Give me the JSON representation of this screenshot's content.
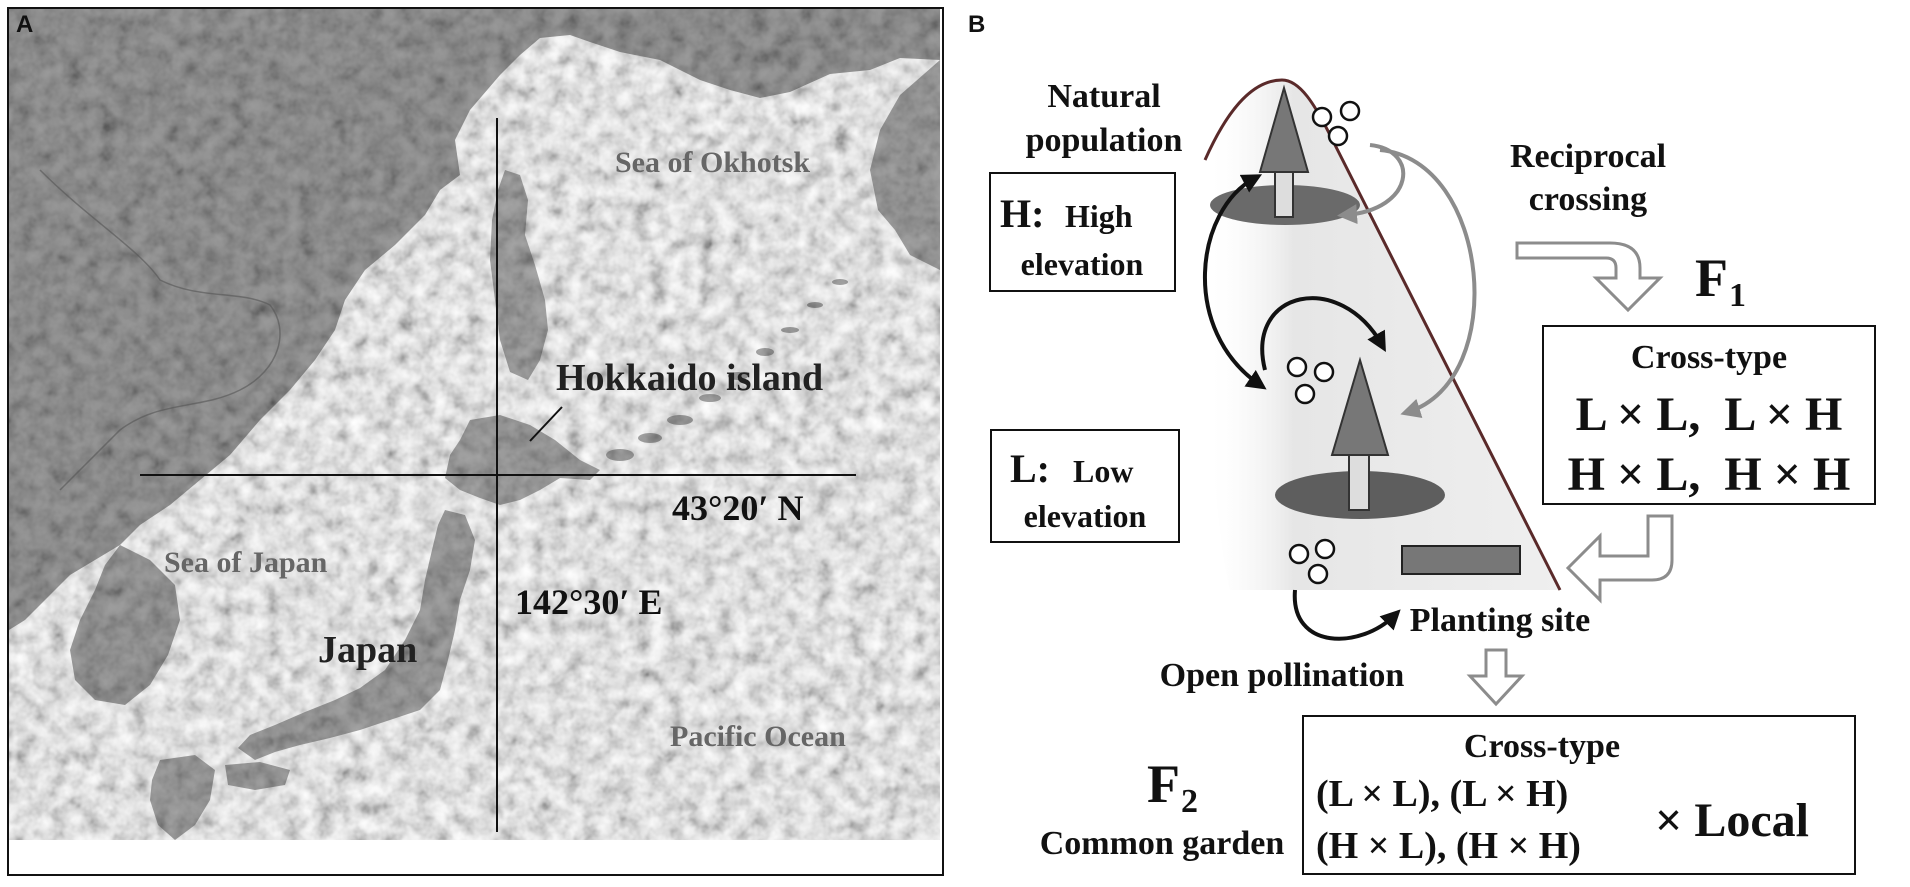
{
  "panel_a": {
    "letter": "A",
    "labels": {
      "sea_okhotsk": "Sea of Okhotsk",
      "hokkaido": "Hokkaido island",
      "lat": "43°20′ N",
      "sea_japan": "Sea of Japan",
      "lon": "142°30′ E",
      "japan": "Japan",
      "pacific": "Pacific Ocean"
    }
  },
  "panel_b": {
    "letter": "B",
    "natural_population": [
      "Natural",
      "population"
    ],
    "high_box": {
      "code": "H:",
      "word": "High",
      "line2": "elevation"
    },
    "low_box": {
      "code": "L:",
      "word": "Low",
      "line2": "elevation"
    },
    "reciprocal": [
      "Reciprocal",
      "crossing"
    ],
    "f1": {
      "main": "F",
      "sub": "1"
    },
    "cross_type_f1": {
      "title": "Cross-type",
      "row1": "L × L,  L × H",
      "row2": "H × L,  H × H"
    },
    "planting_site": "Planting site",
    "open_pollination": "Open pollination",
    "f2": {
      "main": "F",
      "sub": "2",
      "caption": "Common garden"
    },
    "cross_type_f2": {
      "title": "Cross-type",
      "row1": "(L × L), (L × H)",
      "row2": "(H × L), (H × H)",
      "local": "× Local"
    }
  },
  "colors": {
    "land": "#9a9a9a",
    "sea": "#ffffff",
    "sea_label": "#666666",
    "text": "#111111",
    "grey_arrow": "#8c8c8c",
    "slope_line": "#5a2a2a"
  }
}
